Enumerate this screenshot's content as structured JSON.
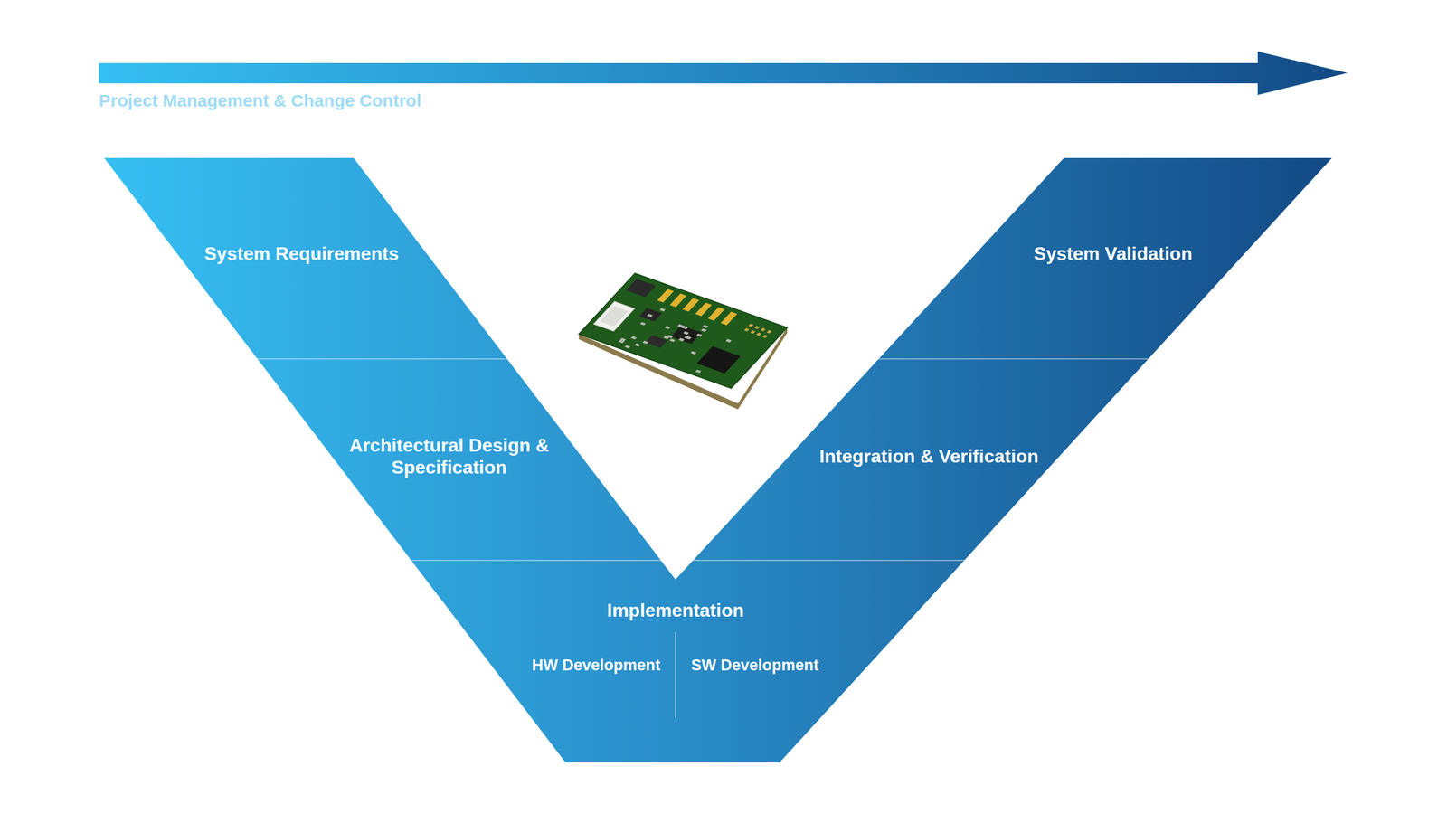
{
  "diagram": {
    "nodes": [
      {
        "text": [
          "System Requirements"
        ]
      },
      {
        "text": [
          "Architectural Design & Specification"
        ]
      },
      {
        "text": [
          "Implementation",
          "HW Development",
          "SW Development"
        ]
      },
      {
        "text": [
          "Integration & Verification"
        ]
      },
      {
        "text": [
          "System Validation"
        ]
      }
    ],
    "labels": [
      "Project Management & Change Control"
    ]
  }
}
